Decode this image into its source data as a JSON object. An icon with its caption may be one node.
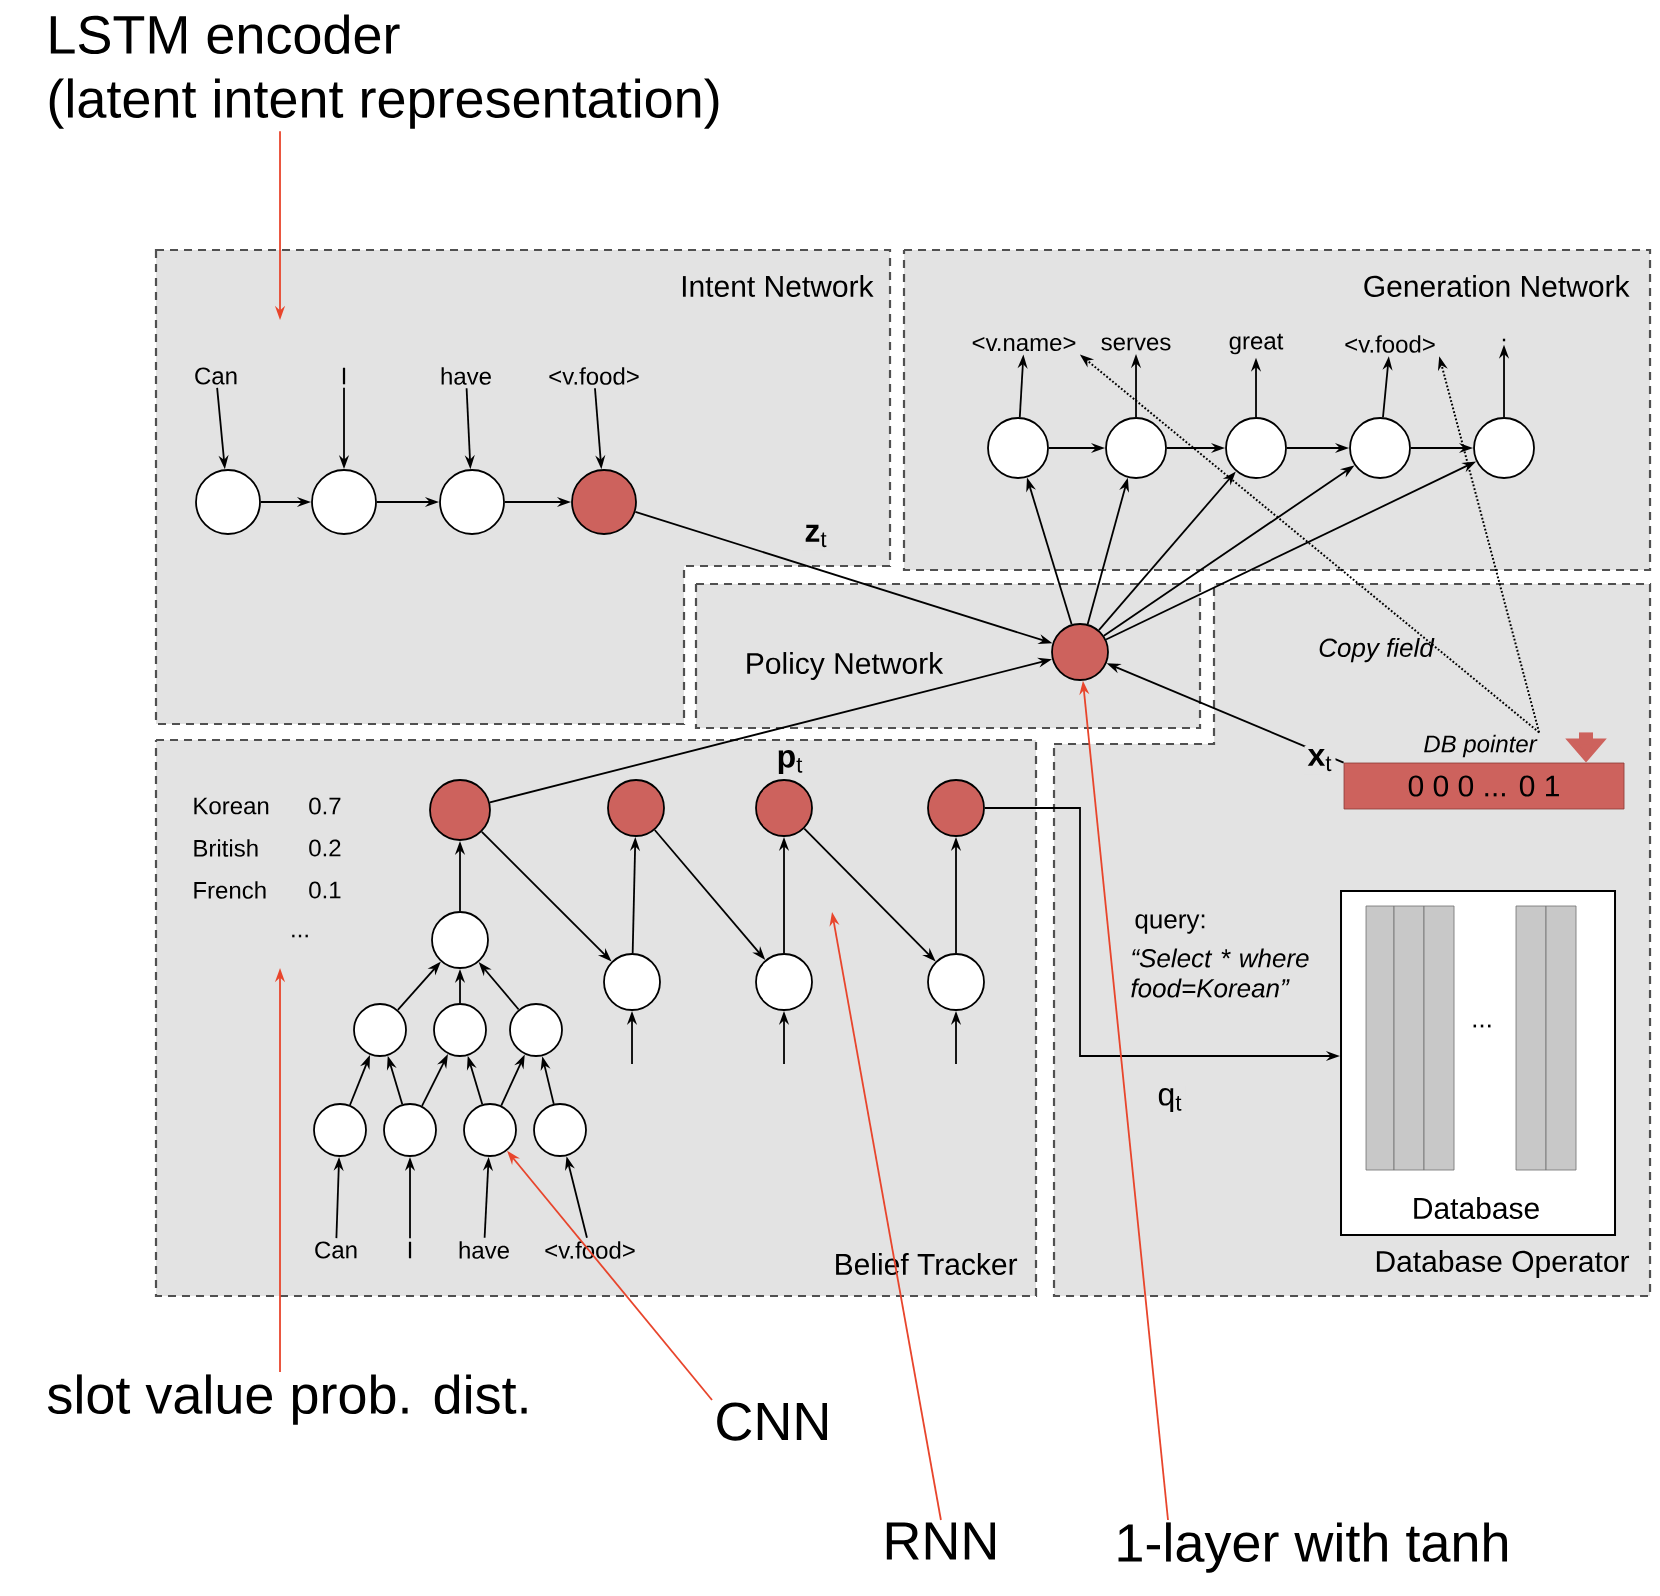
{
  "diagram": {
    "nodes": [
      {
        "text": [
          "Intent Network"
        ]
      },
      {
        "text": [
          "Generation Network"
        ]
      },
      {
        "text": [
          "Policy Network"
        ]
      },
      {
        "text": [
          "Belief Tracker"
        ]
      },
      {
        "text": [
          "Database Operator"
        ]
      },
      {
        "text": [
          "Can"
        ],
        "in": 0
      },
      {
        "text": [
          "I"
        ],
        "in": 0
      },
      {
        "text": [
          "have"
        ],
        "in": 0
      },
      {
        "text": [
          "<v.food>"
        ],
        "in": 0
      },
      {
        "text": [],
        "shape": "circle",
        "in": 0
      },
      {
        "text": [],
        "shape": "circle",
        "in": 0
      },
      {
        "text": [],
        "shape": "circle",
        "in": 0
      },
      {
        "text": [],
        "shape": "circle",
        "in": 0
      },
      {
        "text": [],
        "shape": "circle",
        "in": 1
      },
      {
        "text": [],
        "shape": "circle",
        "in": 1
      },
      {
        "text": [],
        "shape": "circle",
        "in": 1
      },
      {
        "text": [],
        "shape": "circle",
        "in": 1
      },
      {
        "text": [],
        "shape": "circle",
        "in": 1
      },
      {
        "text": [
          "<v.name>"
        ],
        "in": 1
      },
      {
        "text": [
          "serves"
        ],
        "in": 1
      },
      {
        "text": [
          "great"
        ],
        "in": 1
      },
      {
        "text": [
          "<v.food>"
        ],
        "in": 1
      },
      {
        "text": [
          "."
        ],
        "in": 1
      },
      {
        "text": [],
        "shape": "circle",
        "in": 2
      },
      {
        "text": [],
        "shape": "circle",
        "in": 3
      },
      {
        "text": [],
        "shape": "circle",
        "in": 3
      },
      {
        "text": [],
        "shape": "circle",
        "in": 3
      },
      {
        "text": [],
        "shape": "circle",
        "in": 3
      },
      {
        "text": [],
        "shape": "circle",
        "in": 3
      },
      {
        "text": [],
        "shape": "circle",
        "in": 3
      },
      {
        "text": [],
        "shape": "circle",
        "in": 3
      },
      {
        "text": [],
        "shape": "circle",
        "in": 3
      },
      {
        "text": [],
        "shape": "circle",
        "in": 3
      },
      {
        "text": [
          "Can"
        ],
        "in": 3
      },
      {
        "text": [
          "I"
        ],
        "in": 3
      },
      {
        "text": [
          "have"
        ],
        "in": 3
      },
      {
        "text": [
          "<v.food>"
        ],
        "in": 3
      },
      {
        "text": [],
        "shape": "circle",
        "in": 3
      },
      {
        "text": [],
        "shape": "circle",
        "in": 3
      },
      {
        "text": [],
        "shape": "circle",
        "in": 3
      },
      {
        "text": [],
        "shape": "circle",
        "in": 3
      },
      {
        "text": [],
        "shape": "circle",
        "in": 3
      },
      {
        "text": [],
        "shape": "circle",
        "in": 3
      },
      {
        "text": [
          "DB pointer"
        ],
        "in": 4
      },
      {
        "text": [
          "0 0 0 ... 0 1"
        ],
        "in": 4
      },
      {
        "text": [
          "Database"
        ],
        "in": 4
      },
      {
        "text": [
          "LSTM encoder",
          "(latent intent representation)"
        ]
      },
      {
        "text": [
          "slot value prob. dist."
        ]
      },
      {
        "text": [
          "CNN"
        ]
      },
      {
        "text": [
          "RNN"
        ]
      },
      {
        "text": [
          "1-layer with tanh"
        ]
      }
    ],
    "edges": [
      {
        "from": 5,
        "to": 9,
        "arrow": "to"
      },
      {
        "from": 6,
        "to": 10,
        "arrow": "to"
      },
      {
        "from": 7,
        "to": 11,
        "arrow": "to"
      },
      {
        "from": 8,
        "to": 12,
        "arrow": "to"
      },
      {
        "from": 9,
        "to": 10,
        "arrow": "to"
      },
      {
        "from": 10,
        "to": 11,
        "arrow": "to"
      },
      {
        "from": 11,
        "to": 12,
        "arrow": "to"
      },
      {
        "from": 12,
        "to": 23,
        "arrow": "to",
        "label": "**z**$_{t}$"
      },
      {
        "from": 23,
        "to": 13,
        "arrow": "to"
      },
      {
        "from": 23,
        "to": 14,
        "arrow": "to"
      },
      {
        "from": 23,
        "to": 15,
        "arrow": "to"
      },
      {
        "from": 23,
        "to": 16,
        "arrow": "to"
      },
      {
        "from": 23,
        "to": 17,
        "arrow": "to"
      },
      {
        "from": 13,
        "to": 14,
        "arrow": "to"
      },
      {
        "from": 14,
        "to": 15,
        "arrow": "to"
      },
      {
        "from": 15,
        "to": 16,
        "arrow": "to"
      },
      {
        "from": 16,
        "to": 17,
        "arrow": "to"
      },
      {
        "from": 13,
        "to": 18,
        "arrow": "to"
      },
      {
        "from": 14,
        "to": 19,
        "arrow": "to"
      },
      {
        "from": 15,
        "to": 20,
        "arrow": "to"
      },
      {
        "from": 16,
        "to": 21,
        "arrow": "to"
      },
      {
        "from": 17,
        "to": 22,
        "arrow": "to"
      },
      {
        "from": 33,
        "to": 29,
        "arrow": "to"
      },
      {
        "from": 34,
        "to": 30,
        "arrow": "to"
      },
      {
        "from": 35,
        "to": 31,
        "arrow": "to"
      },
      {
        "from": 36,
        "to": 32,
        "arrow": "to"
      },
      {
        "from": 29,
        "to": 26,
        "arrow": "to"
      },
      {
        "from": 30,
        "to": 26,
        "arrow": "to"
      },
      {
        "from": 30,
        "to": 27,
        "arrow": "to"
      },
      {
        "from": 31,
        "to": 27,
        "arrow": "to"
      },
      {
        "from": 31,
        "to": 28,
        "arrow": "to"
      },
      {
        "from": 32,
        "to": 28,
        "arrow": "to"
      },
      {
        "from": 26,
        "to": 25,
        "arrow": "to"
      },
      {
        "from": 27,
        "to": 25,
        "arrow": "to"
      },
      {
        "from": 28,
        "to": 25,
        "arrow": "to"
      },
      {
        "from": 25,
        "to": 24,
        "arrow": "to"
      },
      {
        "from": 24,
        "to": 40,
        "arrow": "to"
      },
      {
        "from": 37,
        "to": 41,
        "arrow": "to"
      },
      {
        "from": 38,
        "to": 42,
        "arrow": "to"
      },
      {
        "from": 40,
        "to": 37,
        "arrow": "to"
      },
      {
        "from": 41,
        "to": 38,
        "arrow": "to"
      },
      {
        "from": 42,
        "to": 39,
        "arrow": "to"
      },
      {
        "from": null,
        "to": 40,
        "arrow": "to"
      },
      {
        "from": null,
        "to": 41,
        "arrow": "to"
      },
      {
        "from": null,
        "to": 42,
        "arrow": "to"
      },
      {
        "from": 24,
        "to": 23,
        "arrow": "to",
        "label": "**p**$_{t}$"
      },
      {
        "from": 39,
        "to": 45,
        "arrow": "to",
        "label": "q$_{t}$"
      },
      {
        "from": 44,
        "to": 23,
        "arrow": "to",
        "label": "**x**$_{t}$"
      },
      {
        "from": 43,
        "to": 44,
        "arrow": "to",
        "style": "thick",
        "color": "#cd625d"
      },
      {
        "from": 43,
        "to": 18,
        "arrow": "to",
        "style": "dashed"
      },
      {
        "from": 43,
        "to": 21,
        "arrow": "to",
        "style": "dashed"
      },
      {
        "from": 46,
        "to": null,
        "arrow": "to",
        "color": "#e8452c"
      },
      {
        "from": 47,
        "to": null,
        "arrow": "to",
        "color": "#e8452c"
      },
      {
        "from": 48,
        "to": 31,
        "arrow": "to",
        "color": "#e8452c"
      },
      {
        "from": 49,
        "to": null,
        "arrow": "to",
        "color": "#e8452c"
      },
      {
        "from": 50,
        "to": 23,
        "arrow": "to",
        "color": "#e8452c"
      }
    ],
    "labels": [
      "Korean",
      "0.7",
      "British",
      "0.2",
      "French",
      "0.1",
      "...",
      "Copy field",
      "query:",
      "“Select * where food=Korean”",
      "..."
    ]
  }
}
